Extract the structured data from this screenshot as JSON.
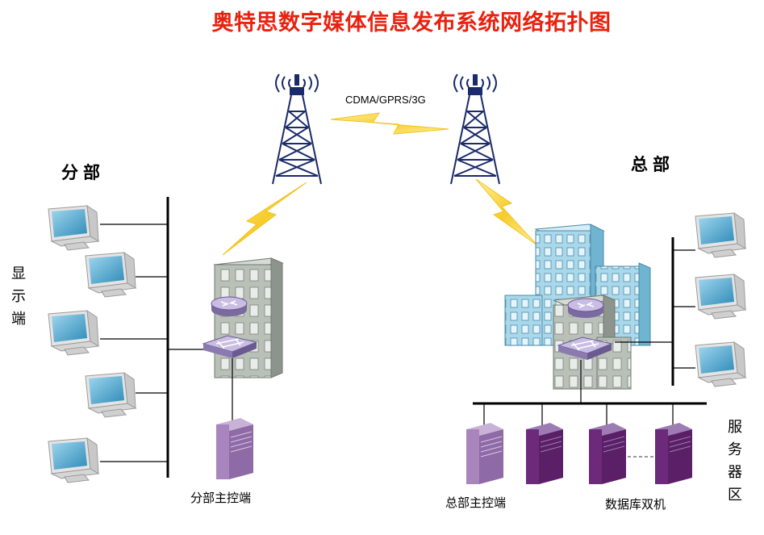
{
  "title": "奥特思数字媒体信息发布系统网络拓扑图",
  "network_label": "CDMA/GPRS/3G",
  "branch": {
    "region_label": "分部",
    "display_label": [
      "显",
      "示",
      "端"
    ],
    "controller_label": "分部主控端"
  },
  "hq": {
    "region_label": "总部",
    "controller_label": "总部主控端",
    "database_label": "数据库双机",
    "server_area_label": [
      "服",
      "务",
      "器",
      "区"
    ]
  },
  "colors": {
    "title": "#e8220f",
    "lightning": "#f7cc2a",
    "tower": "#1a2a6a",
    "building_gray": "#b8c0b8",
    "building_blue": "#a9d8ea",
    "server_purple": "#6e2a7a",
    "monitor_screen": "#4fa6cf"
  }
}
